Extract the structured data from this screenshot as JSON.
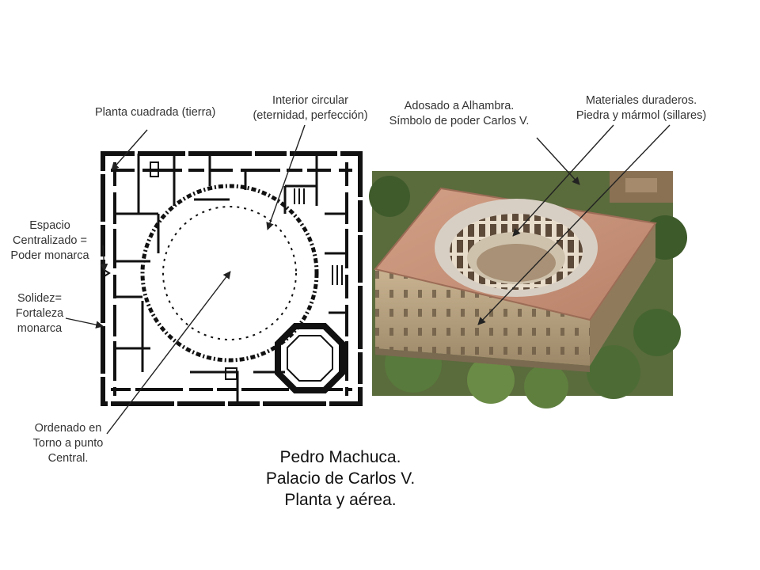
{
  "annotations": {
    "planta_cuadrada": "Planta cuadrada (tierra)",
    "interior_circular": [
      "Interior circular",
      "(eternidad, perfección)"
    ],
    "adosado": [
      "Adosado a Alhambra.",
      "Símbolo de poder Carlos V."
    ],
    "materiales": [
      "Materiales duraderos.",
      "Piedra y mármol (sillares)"
    ],
    "espacio": [
      "Espacio",
      "Centralizado =",
      "Poder monarca"
    ],
    "solidez": [
      "Solidez=",
      "Fortaleza",
      "monarca"
    ],
    "ordenado": [
      "Ordenado en",
      "Torno a punto",
      "Central."
    ]
  },
  "title_lines": [
    "Pedro Machuca.",
    "Palacio de Carlos V.",
    "Planta y aérea."
  ]
}
